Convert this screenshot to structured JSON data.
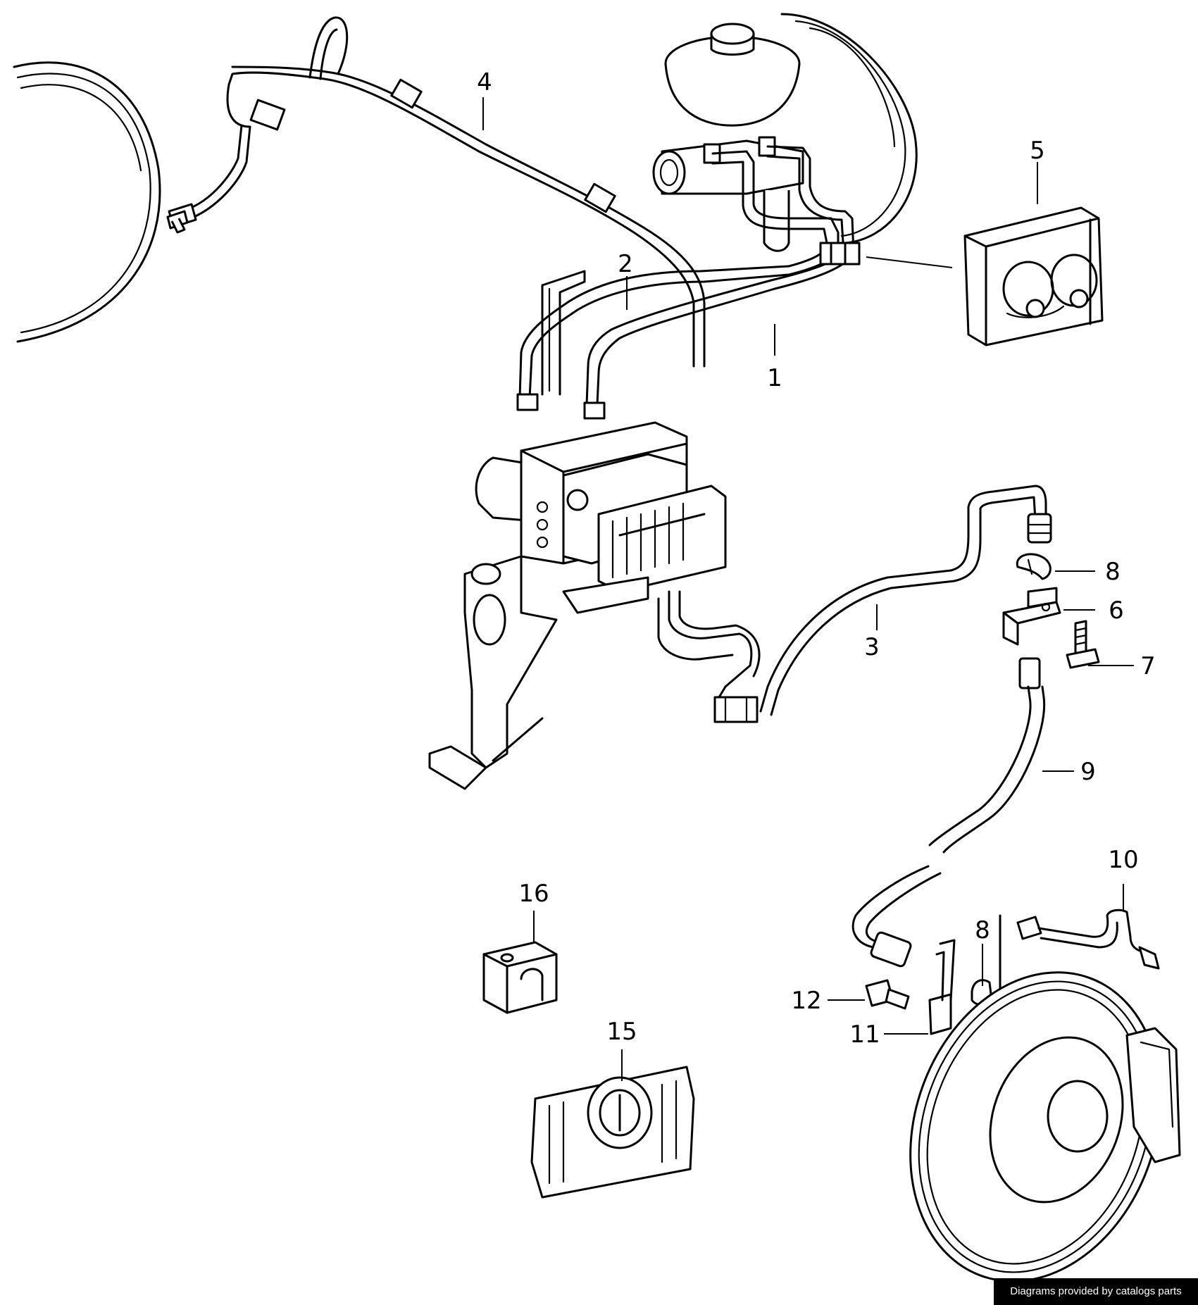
{
  "callouts": [
    {
      "id": "1",
      "label": "1"
    },
    {
      "id": "2",
      "label": "2"
    },
    {
      "id": "3",
      "label": "3"
    },
    {
      "id": "4",
      "label": "4"
    },
    {
      "id": "5",
      "label": "5"
    },
    {
      "id": "6",
      "label": "6"
    },
    {
      "id": "7",
      "label": "7"
    },
    {
      "id": "8a",
      "label": "8"
    },
    {
      "id": "8b",
      "label": "8"
    },
    {
      "id": "9",
      "label": "9"
    },
    {
      "id": "10",
      "label": "10"
    },
    {
      "id": "11",
      "label": "11"
    },
    {
      "id": "12",
      "label": "12"
    },
    {
      "id": "15",
      "label": "15"
    },
    {
      "id": "16",
      "label": "16"
    }
  ],
  "watermark": "Diagrams provided by catalogs parts"
}
